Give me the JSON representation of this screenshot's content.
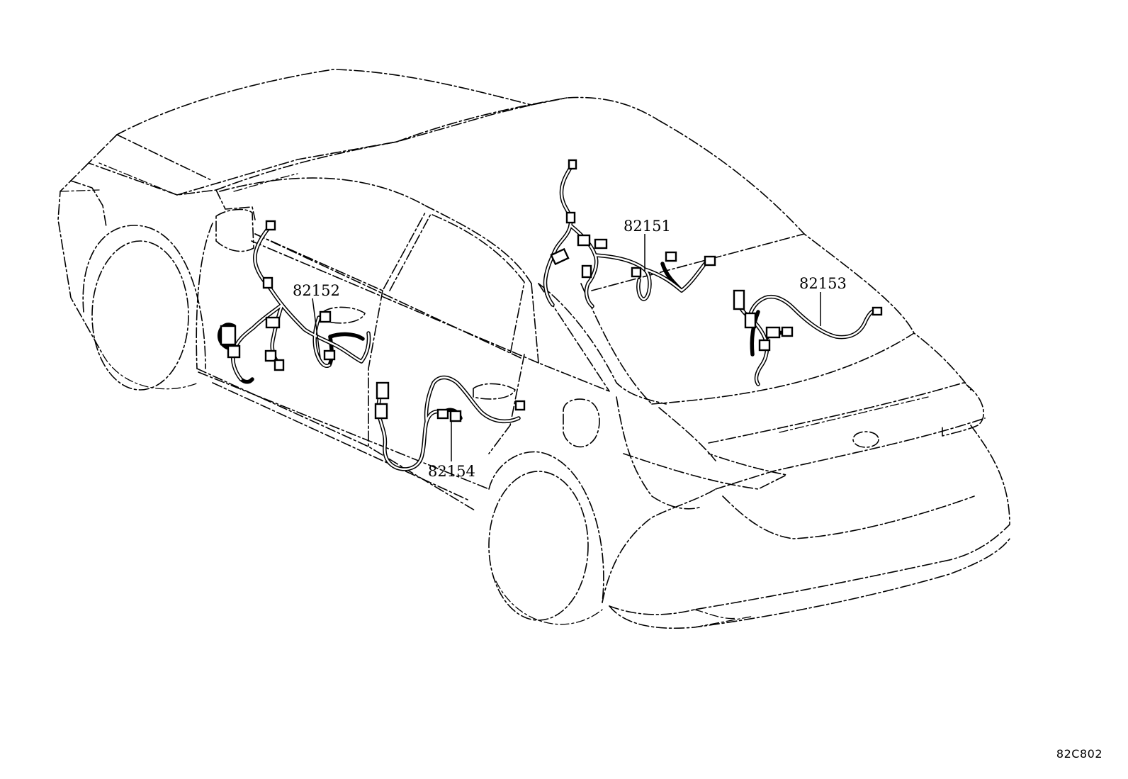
{
  "parts": [
    {
      "id": "p1",
      "part_number": "82151"
    },
    {
      "id": "p2",
      "part_number": "82152"
    },
    {
      "id": "p3",
      "part_number": "82153"
    },
    {
      "id": "p4",
      "part_number": "82154"
    }
  ],
  "reference_code": "82C802"
}
